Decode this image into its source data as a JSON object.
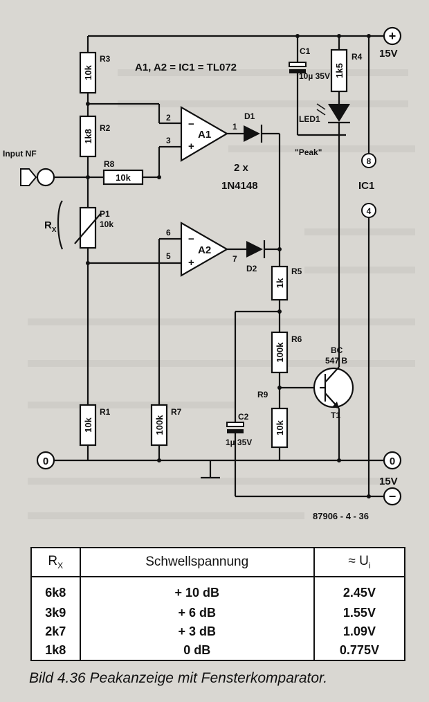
{
  "circuit": {
    "title_line": "A1, A2 = IC1 = TL072",
    "supply_plus": "+",
    "supply_voltage": "15V",
    "supply_minus": "−",
    "ground_label": "0",
    "ground_voltage": "15V",
    "input_label": "Input NF",
    "rx_label": "R",
    "rx_sub": "X",
    "diode_type_count": "2 x",
    "diode_type": "1N4148",
    "ic_label": "IC1",
    "pin8": "8",
    "pin4": "4",
    "peak_label": "\"Peak\"",
    "transistor_type_1": "BC",
    "transistor_type_2": "547 B",
    "transistor_label": "T1",
    "figure_code": "87906 - 4 - 36",
    "components": {
      "R3": {
        "name": "R3",
        "value": "10k"
      },
      "R2": {
        "name": "R2",
        "value": "1k8"
      },
      "R8": {
        "name": "R8",
        "value": "10k"
      },
      "P1": {
        "name": "P1",
        "value": "10k"
      },
      "R1": {
        "name": "R1",
        "value": "10k"
      },
      "R7": {
        "name": "R7",
        "value": "100k"
      },
      "R4": {
        "name": "R4",
        "value": "1k5"
      },
      "R5": {
        "name": "R5",
        "value": "1k"
      },
      "R6": {
        "name": "R6",
        "value": "100k"
      },
      "R9": {
        "name": "R9",
        "value": "10k"
      },
      "C1": {
        "name": "C1",
        "value": "10µ 35V"
      },
      "C2": {
        "name": "C2",
        "value": "1µ 35V"
      },
      "D1": {
        "name": "D1"
      },
      "D2": {
        "name": "D2"
      },
      "A1": {
        "name": "A1",
        "pins": [
          "2",
          "3",
          "1"
        ]
      },
      "A2": {
        "name": "A2",
        "pins": [
          "6",
          "5",
          "7"
        ]
      },
      "LED1": {
        "name": "LED1"
      }
    }
  },
  "table": {
    "headers": [
      "R",
      "Schwellspannung",
      "≈ U"
    ],
    "header_subs": [
      "X",
      "",
      "i"
    ],
    "rows": [
      [
        "6k8",
        "+ 10 dB",
        "2.45V"
      ],
      [
        "3k9",
        "+ 6 dB",
        "1.55V"
      ],
      [
        "2k7",
        "+ 3 dB",
        "1.09V"
      ],
      [
        "1k8",
        "0 dB",
        "0.775V"
      ]
    ]
  },
  "caption": "Bild 4.36 Peakanzeige mit Fensterkomparator."
}
